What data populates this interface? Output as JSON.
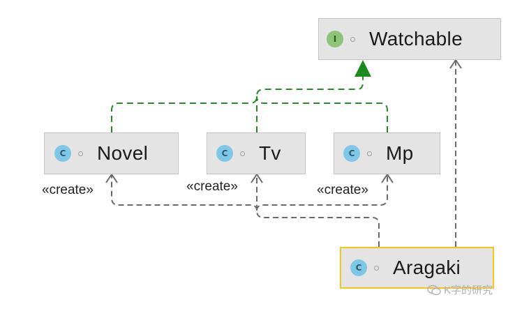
{
  "nodes": {
    "watchable": {
      "kind": "I",
      "name": "Watchable"
    },
    "novel": {
      "kind": "C",
      "name": "Novel"
    },
    "tv": {
      "kind": "C",
      "name": "Tv"
    },
    "mp": {
      "kind": "C",
      "name": "Mp"
    },
    "aragaki": {
      "kind": "C",
      "name": "Aragaki"
    }
  },
  "edges": {
    "create_novel": "«create»",
    "create_tv": "«create»",
    "create_mp": "«create»"
  },
  "colors": {
    "realization": "#2a8a2a",
    "dependency": "#6a6a6a",
    "selection": "#f5c518"
  },
  "watermark": "K字的研究",
  "watermark_icon": "wechat-icon"
}
